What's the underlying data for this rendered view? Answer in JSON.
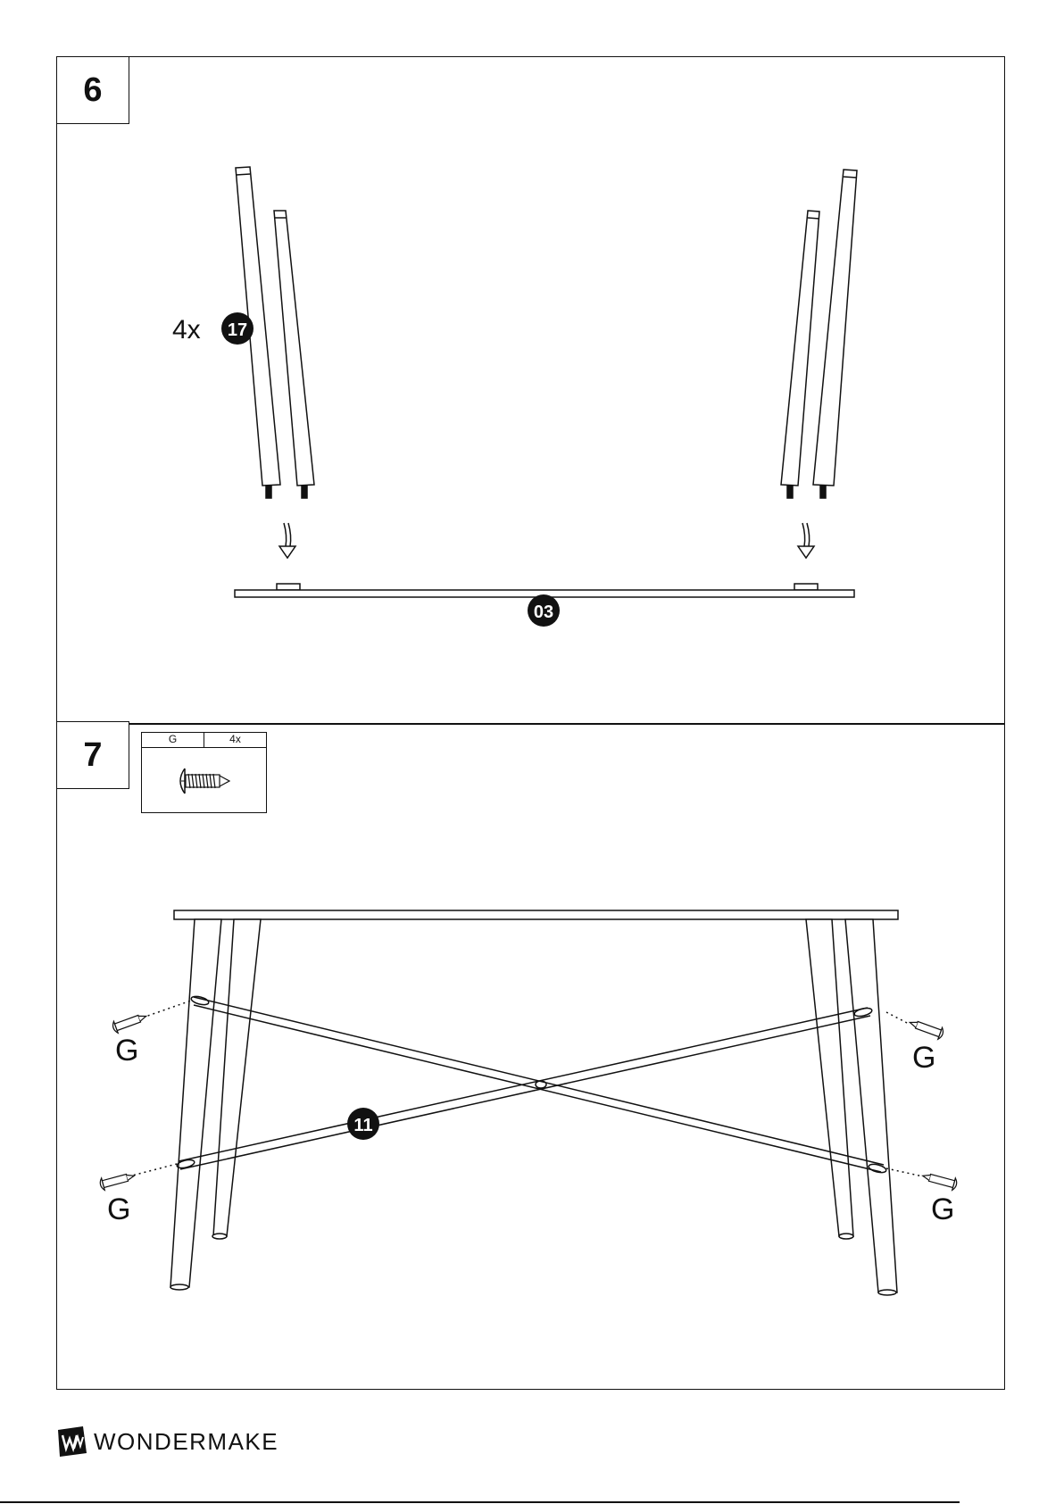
{
  "step6": {
    "number": "6",
    "quantity": "4x",
    "leg_part": "17",
    "top_part": "03"
  },
  "step7": {
    "number": "7",
    "hardware": {
      "letter": "G",
      "quantity": "4x",
      "icon": "screw-icon"
    },
    "brace_part": "11",
    "screw_labels": [
      "G",
      "G",
      "G",
      "G"
    ]
  },
  "footer": {
    "brand": "WONDERMAKE",
    "logo": "wondermake-logo-icon"
  }
}
